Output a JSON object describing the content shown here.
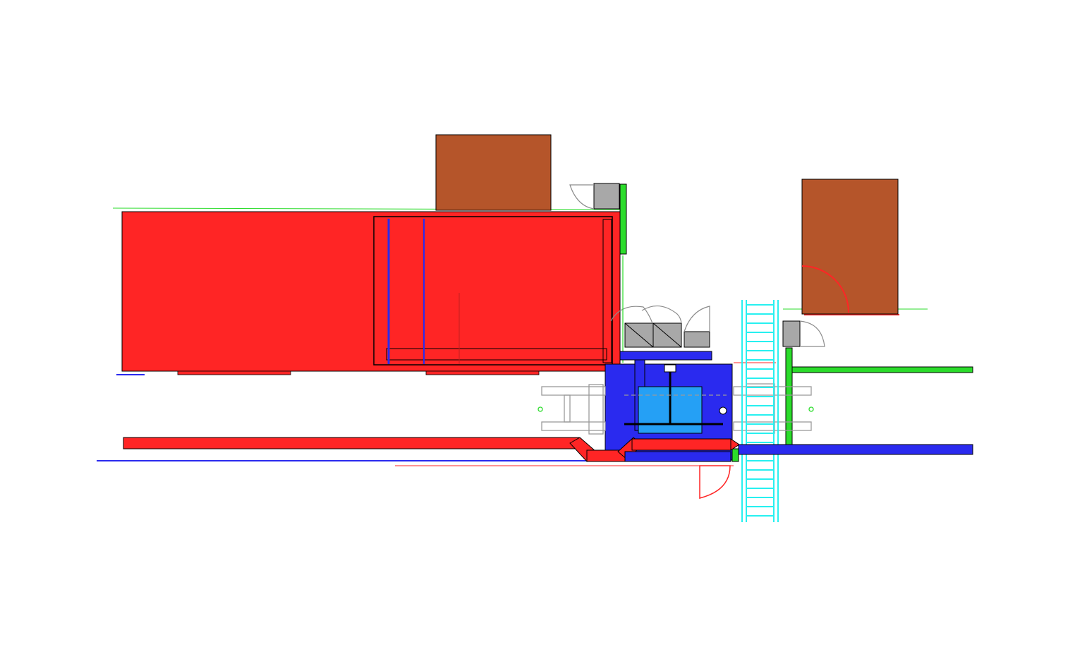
{
  "viewport": {
    "background": "#ffffff"
  },
  "palette": {
    "red_equipment": "#ff2525",
    "dark_outline": "#000000",
    "brown_block": "#b5552a",
    "blue_equipment": "#2a2aef",
    "light_blue_tank": "#25a0f5",
    "green_wall": "#2bdc2b",
    "cyan_ladder": "#27f0f0",
    "gray_unit": "#a8a8a8",
    "gray_line": "#8c8c8c"
  },
  "elements": [
    {
      "name": "red-main-tank",
      "kind": "equipment",
      "color": "red_equipment"
    },
    {
      "name": "red-inner-tank",
      "kind": "equipment",
      "color": "red_equipment"
    },
    {
      "name": "brown-block-left",
      "kind": "block",
      "color": "brown_block"
    },
    {
      "name": "brown-block-right",
      "kind": "block",
      "color": "brown_block"
    },
    {
      "name": "blue-equipment-base",
      "kind": "equipment",
      "color": "blue_equipment"
    },
    {
      "name": "light-blue-tank",
      "kind": "equipment",
      "color": "light_blue_tank"
    },
    {
      "name": "cyan-ladder",
      "kind": "stair",
      "color": "cyan_ladder"
    },
    {
      "name": "red-pipe-horizontal",
      "kind": "pipe",
      "color": "red_equipment"
    },
    {
      "name": "blue-pipe-horizontal",
      "kind": "pipe",
      "color": "blue_equipment"
    },
    {
      "name": "green-walls",
      "kind": "wall",
      "color": "green_wall"
    },
    {
      "name": "gray-units",
      "kind": "unit",
      "color": "gray_unit"
    },
    {
      "name": "door-swings",
      "kind": "door",
      "color": "gray_line"
    }
  ]
}
